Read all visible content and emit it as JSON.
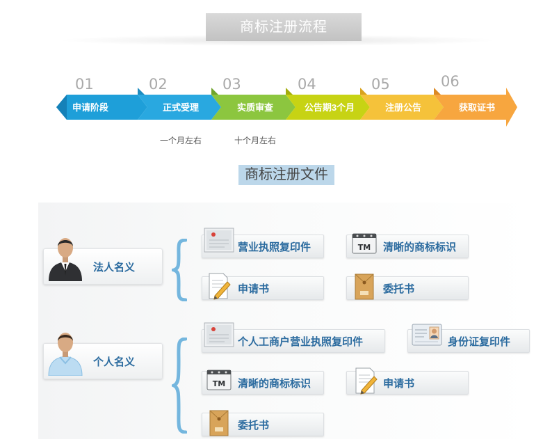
{
  "title": "商标注册流程",
  "steps": [
    {
      "num": "01",
      "label": "申请阶段",
      "color": "#1e9fd9",
      "note": ""
    },
    {
      "num": "02",
      "label": "正式受理",
      "color": "#29a8e0",
      "note": "一个月左右"
    },
    {
      "num": "03",
      "label": "实质审查",
      "color": "#8cc63f",
      "note": "十个月左右"
    },
    {
      "num": "04",
      "label": "公告期3个月",
      "color": "#c7d314",
      "note": ""
    },
    {
      "num": "05",
      "label": "注册公告",
      "color": "#f5c23a",
      "note": ""
    },
    {
      "num": "06",
      "label": "获取证书",
      "color": "#f7a63f",
      "note": ""
    }
  ],
  "docs_heading": "商标注册文件",
  "entities": [
    {
      "label": "法人名义",
      "avatar": "businessman-icon",
      "documents": [
        {
          "label": "营业执照复印件",
          "icon": "license-certificate-icon"
        },
        {
          "label": "清晰的商标标识",
          "icon": "tm-logo-icon"
        },
        {
          "label": "申请书",
          "icon": "application-pen-icon"
        },
        {
          "label": "委托书",
          "icon": "envelope-icon"
        }
      ]
    },
    {
      "label": "个人名义",
      "avatar": "person-icon",
      "documents": [
        {
          "label": "个人工商户营业执照复印件",
          "icon": "license-certificate-icon"
        },
        {
          "label": "身份证复印件",
          "icon": "id-card-icon"
        },
        {
          "label": "清晰的商标标识",
          "icon": "tm-logo-icon"
        },
        {
          "label": "申请书",
          "icon": "application-pen-icon"
        },
        {
          "label": "委托书",
          "icon": "envelope-icon"
        }
      ]
    }
  ]
}
